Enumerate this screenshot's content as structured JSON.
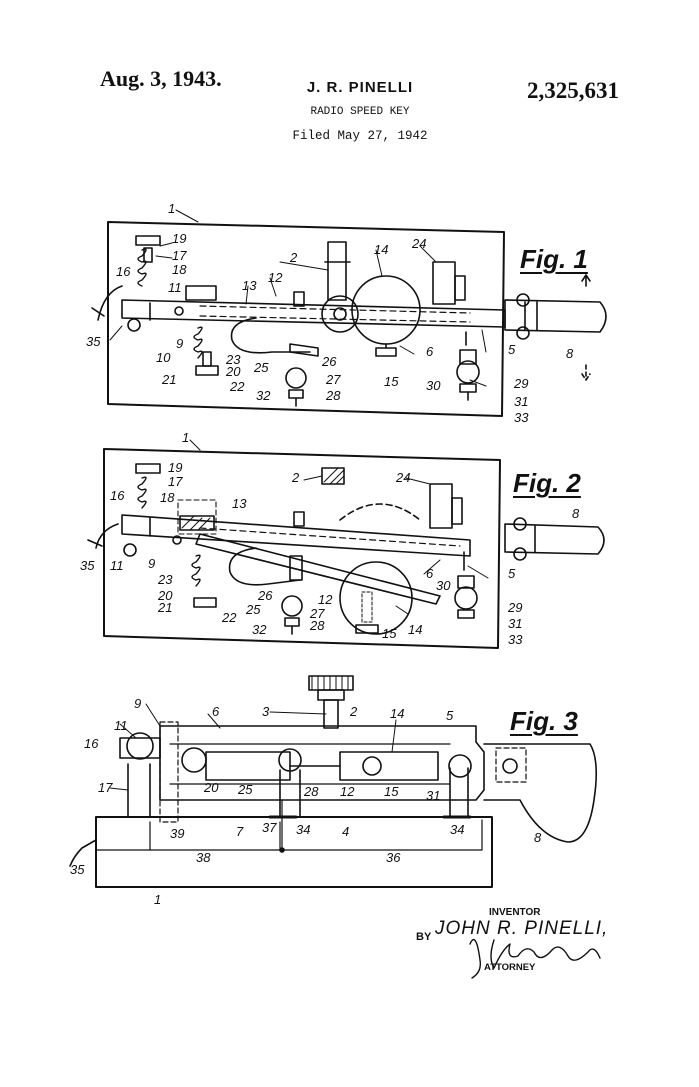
{
  "header": {
    "date": "Aug. 3, 1943.",
    "inventor": "J. R. PINELLI",
    "patent_number": "2,325,631",
    "title": "RADIO SPEED KEY",
    "filed": "Filed May 27, 1942"
  },
  "figures": {
    "fig1": "Fig. 1",
    "fig2": "Fig. 2",
    "fig3": "Fig. 3"
  },
  "signature": {
    "inventor_label": "INVENTOR",
    "by": "BY",
    "inventor_name": "JOHN R. PINELLI,",
    "attorney_label": "ATTORNEY"
  },
  "reference_numerals": {
    "fig1": [
      "1",
      "19",
      "17",
      "16",
      "18",
      "11",
      "13",
      "12",
      "2",
      "14",
      "24",
      "35",
      "10",
      "9",
      "23",
      "20",
      "21",
      "22",
      "25",
      "26",
      "27",
      "32",
      "28",
      "15",
      "6",
      "30",
      "5",
      "29",
      "31",
      "33",
      "8"
    ],
    "fig2": [
      "1",
      "2",
      "24",
      "19",
      "17",
      "16",
      "18",
      "13",
      "35",
      "11",
      "9",
      "23",
      "20",
      "21",
      "22",
      "25",
      "26",
      "27",
      "12",
      "32",
      "28",
      "14",
      "15",
      "6",
      "30",
      "5",
      "29",
      "31",
      "33",
      "8"
    ],
    "fig3": [
      "3",
      "2",
      "9",
      "6",
      "14",
      "5",
      "11",
      "16",
      "17",
      "25",
      "20",
      "28",
      "12",
      "15",
      "31",
      "7",
      "39",
      "37",
      "34",
      "4",
      "34",
      "8",
      "38",
      "36",
      "35",
      "1"
    ]
  }
}
